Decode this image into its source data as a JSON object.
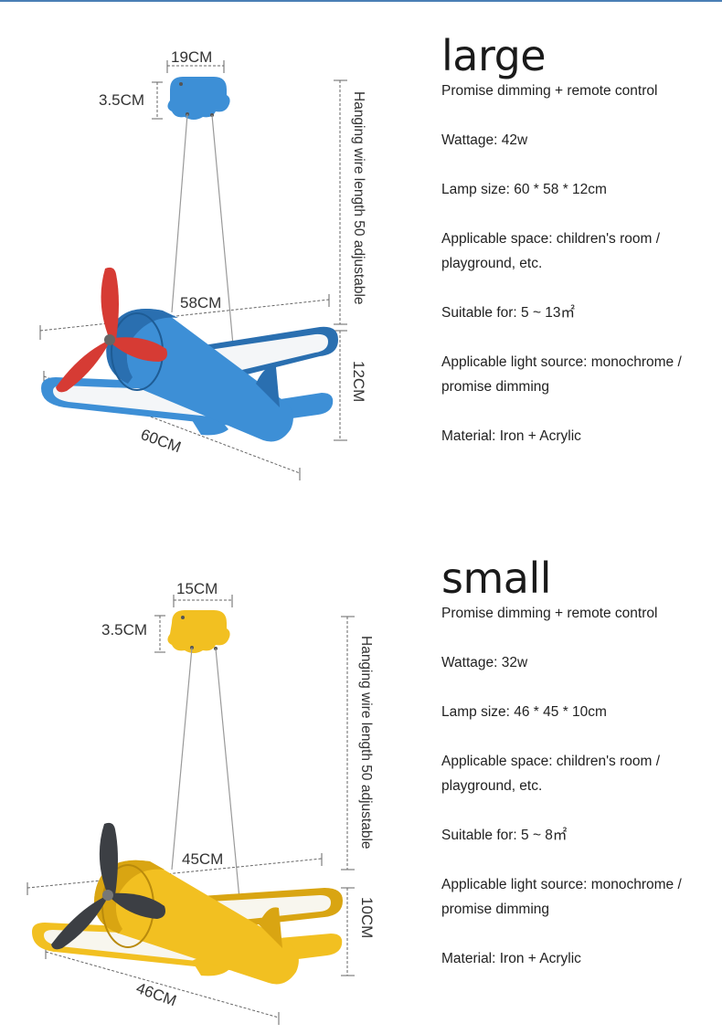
{
  "products": [
    {
      "size_label": "large",
      "specs": [
        "Promise dimming + remote control",
        "Wattage: 42w",
        "Lamp size: 60 * 58 * 12cm",
        "Applicable space: children's room / playground, etc.",
        "Suitable for: 5 ~ 13㎡",
        "Applicable light source: monochrome / promise dimming",
        "Material: Iron + Acrylic"
      ],
      "dims": {
        "canopy_width": "19CM",
        "canopy_height": "3.5CM",
        "wire": "Hanging wire length 50 adjustable",
        "wingspan": "58CM",
        "length": "60CM",
        "height": "12CM"
      },
      "colors": {
        "body": "#3d8fd6",
        "body_dark": "#2a6fb0",
        "propeller": "#d63b34",
        "wing_light": "#f4f6f8"
      }
    },
    {
      "size_label": "small",
      "specs": [
        "Promise dimming + remote control",
        "Wattage: 32w",
        "Lamp size: 46 * 45 * 10cm",
        "Applicable space: children's room / playground, etc.",
        "Suitable for: 5 ~ 8㎡",
        "Applicable light source: monochrome / promise dimming",
        "Material: Iron + Acrylic"
      ],
      "dims": {
        "canopy_width": "15CM",
        "canopy_height": "3.5CM",
        "wire": "Hanging wire length 50 adjustable",
        "wingspan": "45CM",
        "length": "46CM",
        "height": "10CM"
      },
      "colors": {
        "body": "#f2c021",
        "body_dark": "#d9a512",
        "propeller": "#3c3f44",
        "wing_light": "#f8f6ee"
      }
    }
  ]
}
